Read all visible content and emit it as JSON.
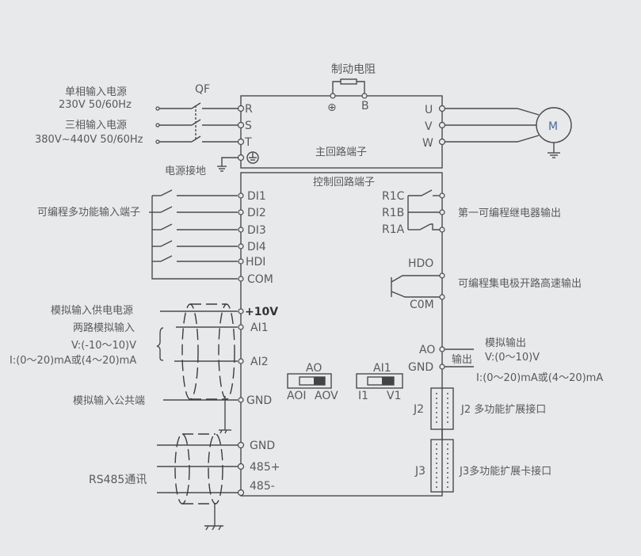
{
  "power": {
    "single_phase_title": "单相输入电源",
    "single_phase_spec": "230V 50/60Hz",
    "three_phase_title": "三相输入电源",
    "three_phase_spec": "380V~440V 50/60Hz",
    "breaker": "QF",
    "ground_label": "电源接地"
  },
  "main_circuit": {
    "brake_resistor": "制动电阻",
    "plus_terminal": "⊕",
    "b_terminal": "B",
    "inputs": [
      "R",
      "S",
      "T"
    ],
    "outputs": [
      "U",
      "V",
      "W"
    ],
    "title": "主回路端子",
    "motor": "M"
  },
  "control_circuit": {
    "title": "控制回路端子",
    "di_group_label": "可编程多功能输入端子",
    "di_terminals": [
      "DI1",
      "DI2",
      "DI3",
      "DI4",
      "HDI",
      "COM"
    ],
    "analog_supply_label": "模拟输入供电电源",
    "analog_supply_terminal": "+10V",
    "analog_input_title": "两路模拟输入",
    "analog_input_v": "V:(-10～10)V",
    "analog_input_i": "I:(0～20)mA或(4～20)mA",
    "ai_terminals": [
      "AI1",
      "AI2"
    ],
    "analog_common_label": "模拟输入公共端",
    "gnd_terminal": "GND",
    "rs485_label": "RS485通讯",
    "rs485_terminals": [
      "GND",
      "485+",
      "485-"
    ],
    "relay_terminals": [
      "R1C",
      "R1B",
      "R1A"
    ],
    "relay_label": "第一可编程继电器输出",
    "hdo_terminal": "HDO",
    "com_terminal": "C0M",
    "oc_label": "可编程集电极开路高速输出",
    "ao_terminal": "AO",
    "ao_gnd_terminal": "GND",
    "ao_output_tag": "输出",
    "ao_title": "模拟输出",
    "ao_v": "V:(0～10)V",
    "ao_i": "I:(0～20)mA或(4～20)mA",
    "switch_ao": {
      "title": "AO",
      "left": "AOI",
      "right": "AOV",
      "position": "AOV"
    },
    "switch_ai1": {
      "title": "AI1",
      "left": "I1",
      "right": "V1",
      "position": "V1"
    },
    "j2_label": "J2",
    "j2_desc": "J2 多功能扩展接口",
    "j3_label": "J3",
    "j3_desc": "J3多功能扩展卡接口"
  }
}
